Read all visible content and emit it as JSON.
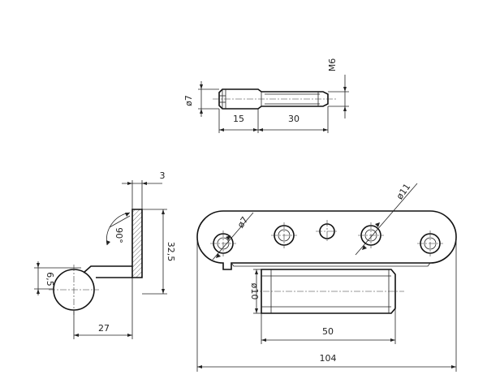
{
  "drawing": {
    "pin_view": {
      "labels": {
        "thread": "M6",
        "diameter": "ø7",
        "length_head": "15",
        "length_thread": "30"
      }
    },
    "side_view": {
      "labels": {
        "thickness": "3",
        "angle": "90°",
        "height": "32,5",
        "offset": "6,5",
        "width": "27"
      }
    },
    "front_view": {
      "labels": {
        "hole_small": "ø7",
        "hole_large": "ø11",
        "barrel_diameter": "ø10",
        "barrel_length": "50",
        "overall_length": "104"
      }
    }
  }
}
